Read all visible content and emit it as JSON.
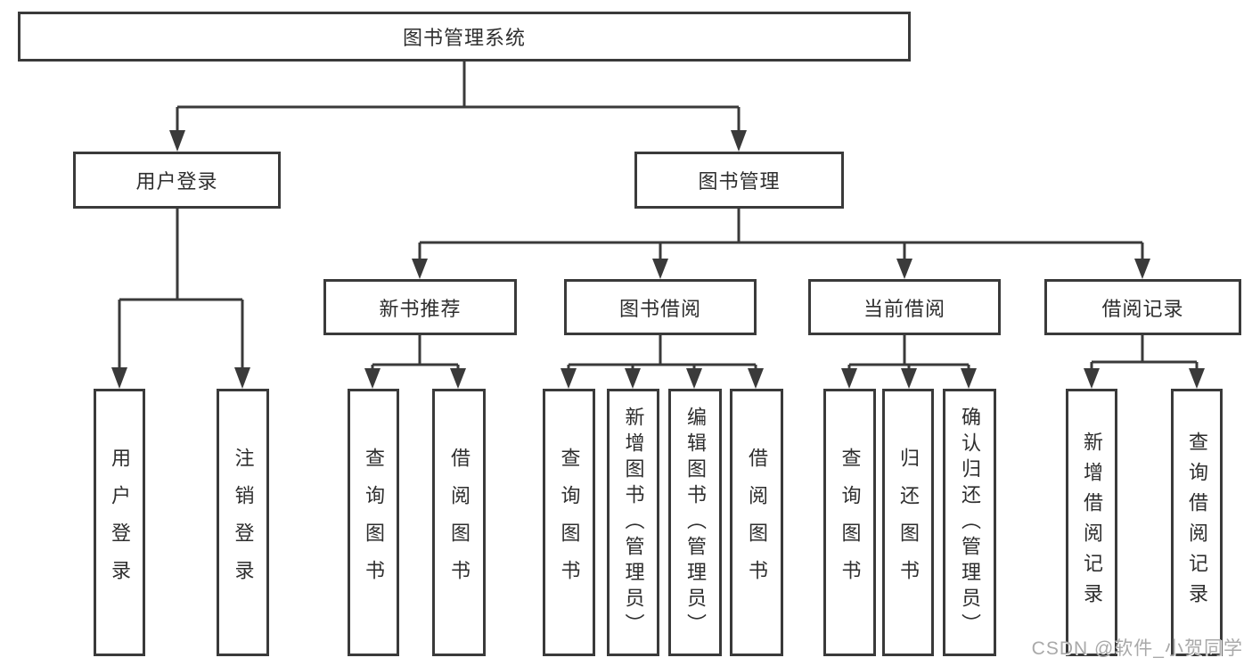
{
  "title": {
    "label": "图书管理系统"
  },
  "branches": [
    {
      "label": "用户登录",
      "children": [
        {
          "label": "用户登录"
        },
        {
          "label": "注销登录"
        }
      ]
    },
    {
      "label": "图书管理",
      "sections": [
        {
          "label": "新书推荐",
          "children": [
            {
              "label": "查询图书"
            },
            {
              "label": "借阅图书"
            }
          ]
        },
        {
          "label": "图书借阅",
          "children": [
            {
              "label": "查询图书"
            },
            {
              "label": "新增图书（管理员）"
            },
            {
              "label": "编辑图书（管理员）"
            },
            {
              "label": "借阅图书"
            }
          ]
        },
        {
          "label": "当前借阅",
          "children": [
            {
              "label": "查询图书"
            },
            {
              "label": "归还图书"
            },
            {
              "label": "确认归还（管理员）"
            }
          ]
        },
        {
          "label": "借阅记录",
          "children": [
            {
              "label": "新增借阅记录"
            },
            {
              "label": "查询借阅记录"
            }
          ]
        }
      ]
    }
  ],
  "watermark": "CSDN @软件_小贺同学",
  "colors": {
    "line": "#3a3a3a",
    "text": "#2e2e2e",
    "watermark": "#a9a9a9",
    "background": "#ffffff"
  }
}
